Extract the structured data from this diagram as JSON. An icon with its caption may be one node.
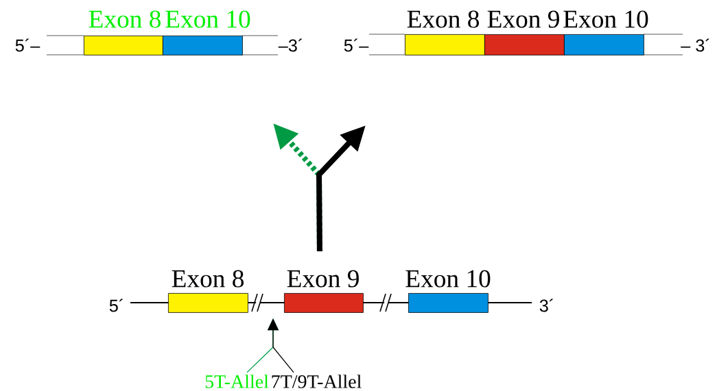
{
  "diagram": {
    "nodes": [
      {
        "text": [
          "Exon 8"
        ]
      },
      {
        "text": [
          "Exon 10"
        ]
      },
      {
        "text": [
          "Exon 8"
        ]
      },
      {
        "text": [
          "Exon 9"
        ]
      },
      {
        "text": [
          "Exon 10"
        ]
      },
      {
        "text": [
          "Exon 8"
        ]
      },
      {
        "text": [
          "Exon 9"
        ]
      },
      {
        "text": [
          "Exon 10"
        ]
      },
      {
        "text": [
          "5T-Allel"
        ]
      },
      {
        "text": [
          "7T/9T-Allel"
        ]
      }
    ],
    "edges": [
      {
        "from": 6,
        "to": null,
        "arrow": "to",
        "style": "dashed",
        "color": "#009a44"
      },
      {
        "from": 6,
        "to": null,
        "arrow": "to",
        "style": "thick",
        "color": "#000000"
      },
      {
        "from": 8,
        "to": null,
        "arrow": "to",
        "color": "#009a44"
      },
      {
        "from": 9,
        "to": null,
        "arrow": "to",
        "color": "#000000"
      }
    ],
    "labels": [
      "5´–",
      "–3´",
      "5´–",
      "– 3´",
      "5´",
      "3´"
    ]
  }
}
